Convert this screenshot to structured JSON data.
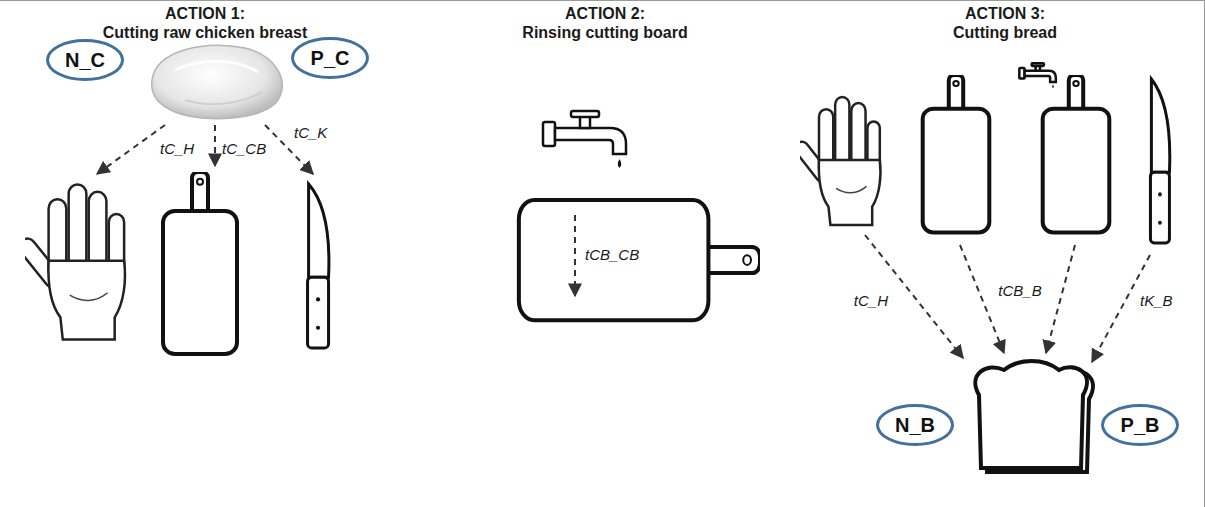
{
  "diagram": {
    "nodes": [
      {
        "text": [
          "N_C"
        ]
      },
      {
        "text": [
          "P_C"
        ]
      },
      {
        "text": [
          "N_B"
        ]
      },
      {
        "text": [
          "P_B"
        ]
      }
    ],
    "labels": [
      "ACTION 1:",
      "Cutting raw chicken breast",
      "tC_H",
      "tC_CB",
      "tC_K",
      "ACTION 2:",
      "Rinsing cutting board",
      "tCB_CB",
      "ACTION 3:",
      "Cutting bread",
      "tC_H",
      "tCB_B",
      "tK_B"
    ]
  }
}
